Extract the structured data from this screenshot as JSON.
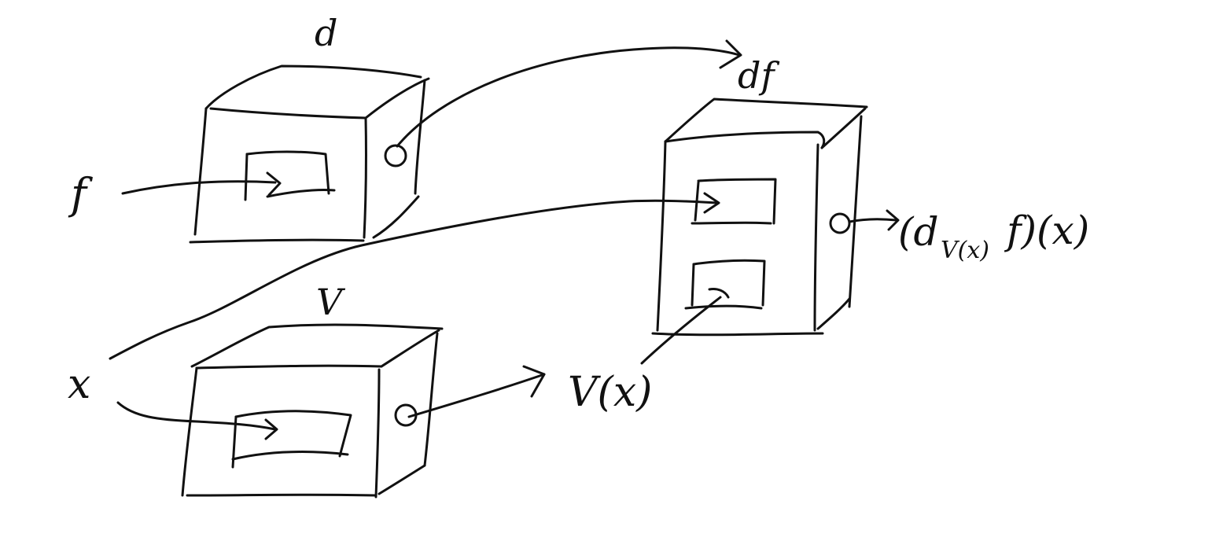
{
  "labels": {
    "box_d": "d",
    "input_f": "f",
    "box_v": "V",
    "input_x": "x",
    "box_df": "df",
    "output_vx": "V(x)",
    "output_main": "(d",
    "output_sub": "V(x)",
    "output_rest": "f)(x)"
  },
  "colors": {
    "ink": "#111111",
    "background": "#ffffff"
  }
}
